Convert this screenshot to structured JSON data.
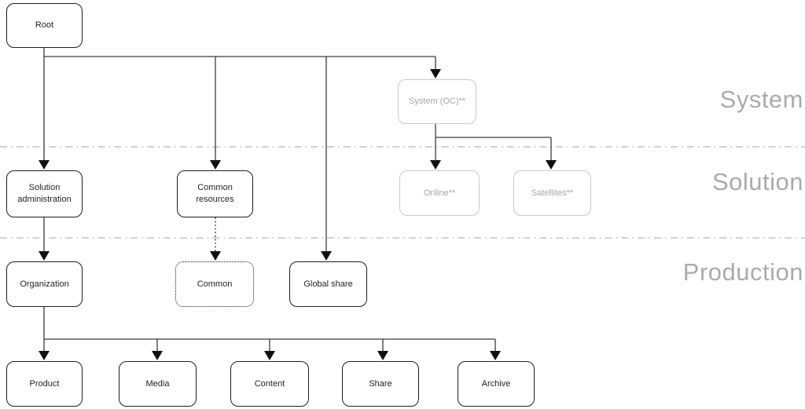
{
  "nodes": {
    "root": "Root",
    "system_oc": "System (OC)**",
    "solution_administration": "Solution administration",
    "common_resources": "Common resources",
    "online": "Online**",
    "satellites": "Satellites**",
    "organization": "Organization",
    "common": "Common",
    "global_share": "Global share",
    "product": "Product",
    "media": "Media",
    "content": "Content",
    "share": "Share",
    "archive": "Archive"
  },
  "bands": [
    {
      "label": "System"
    },
    {
      "label": "Solution"
    },
    {
      "label": "Production"
    }
  ],
  "edges": [
    {
      "from": "root",
      "to": "solution_administration",
      "style": "solid"
    },
    {
      "from": "root",
      "to": "common_resources",
      "style": "solid"
    },
    {
      "from": "root",
      "to": "global_share",
      "style": "solid"
    },
    {
      "from": "root",
      "to": "system_oc",
      "style": "solid"
    },
    {
      "from": "system_oc",
      "to": "online",
      "style": "solid"
    },
    {
      "from": "system_oc",
      "to": "satellites",
      "style": "solid"
    },
    {
      "from": "common_resources",
      "to": "common",
      "style": "dotted"
    },
    {
      "from": "solution_administration",
      "to": "organization",
      "style": "solid"
    },
    {
      "from": "organization",
      "to": "product",
      "style": "solid"
    },
    {
      "from": "organization",
      "to": "media",
      "style": "solid"
    },
    {
      "from": "organization",
      "to": "content",
      "style": "solid"
    },
    {
      "from": "organization",
      "to": "share",
      "style": "solid"
    },
    {
      "from": "organization",
      "to": "archive",
      "style": "solid"
    }
  ],
  "colors": {
    "node_border_dark": "#1f1f1f",
    "node_border_gray": "#c9c9c9",
    "node_text_gray": "#a6a6a6",
    "connector": "#3c3c3c",
    "arrowhead": "#111111",
    "divider": "#c4c4c4",
    "band_label": "#ababab"
  }
}
